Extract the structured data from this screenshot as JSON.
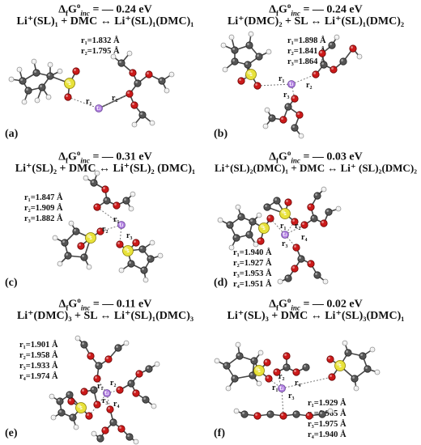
{
  "panels": [
    {
      "id": "a",
      "label": "(a)",
      "energy_prefix": "Δ",
      "energy_sub_f": "f",
      "energy_g": "G",
      "energy_sup": "o",
      "energy_sub_inc": "inc",
      "energy_value": "= — 0.24 eV",
      "reaction": "Li⁺(SL)₁ + DMC ↔ Li⁺(SL)₁(DMC)₁",
      "distances": [
        "r₁=1.832 Å",
        "r₂=1.795 Å"
      ],
      "bond_labels": [
        "r₁",
        "r₂"
      ]
    },
    {
      "id": "b",
      "label": "(b)",
      "energy_prefix": "Δ",
      "energy_sub_f": "f",
      "energy_g": "G",
      "energy_sup": "o",
      "energy_sub_inc": "inc",
      "energy_value": "= — 0.24 eV",
      "reaction": "Li⁺(DMC)₂ + SL ↔ Li⁺(SL)₁(DMC)₂",
      "distances": [
        "r₁=1.898 Å",
        "r₂=1.841 Å",
        "r₃=1.864 Å"
      ],
      "bond_labels": [
        "r₁",
        "r₂",
        "r₃"
      ]
    },
    {
      "id": "c",
      "label": "(c)",
      "energy_prefix": "Δ",
      "energy_sub_f": "f",
      "energy_g": "G",
      "energy_sup": "o",
      "energy_sub_inc": "inc",
      "energy_value": "= — 0.31 eV",
      "reaction": "Li⁺(SL)₂ + DMC ↔ Li⁺(SL)₂ (DMC)₁",
      "distances": [
        "r₁=1.847 Å",
        "r₂=1.909 Å",
        "r₃=1.882 Å"
      ],
      "bond_labels": [
        "r₁",
        "r₂",
        "r₃"
      ]
    },
    {
      "id": "d",
      "label": "(d)",
      "energy_prefix": "Δ",
      "energy_sub_f": "f",
      "energy_g": "G",
      "energy_sup": "o",
      "energy_sub_inc": "inc",
      "energy_value": "= — 0.03 eV",
      "reaction": "Li⁺(SL)₂(DMC)₁ + DMC ↔ Li⁺ (SL)₂(DMC)₂",
      "distances": [
        "r₁=1.940 Å",
        "r₂=1.927 Å",
        "r₃=1.953 Å",
        "r₄=1.951 Å"
      ],
      "bond_labels": [
        "r₁",
        "r₂",
        "r₃",
        "r₄"
      ]
    },
    {
      "id": "e",
      "label": "(e)",
      "energy_prefix": "Δ",
      "energy_sub_f": "f",
      "energy_g": "G",
      "energy_sup": "o",
      "energy_sub_inc": "inc",
      "energy_value": "= — 0.11 eV",
      "reaction": "Li⁺(DMC)₃ + SL ↔ Li⁺(SL)₁(DMC)₃",
      "distances": [
        "r₁=1.901 Å",
        "r₂=1.958 Å",
        "r₃=1.933 Å",
        "r₄=1.974 Å"
      ],
      "bond_labels": [
        "r₁",
        "r₂",
        "r₃",
        "r₄"
      ]
    },
    {
      "id": "f",
      "label": "(f)",
      "energy_prefix": "Δ",
      "energy_sub_f": "f",
      "energy_g": "G",
      "energy_sup": "o",
      "energy_sub_inc": "inc",
      "energy_value": "= — 0.02 eV",
      "reaction": "Li⁺(SL)₃ + DMC ↔ Li⁺(SL)₃(DMC)₁",
      "distances": [
        "r₁=1.929 Å",
        "r₂=1.965 Å",
        "r₃=1.975 Å",
        "r₄=1.940 Å"
      ],
      "bond_labels": [
        "r₁",
        "r₂",
        "r₃",
        "r₄"
      ]
    }
  ],
  "atom_legend": {
    "sulfur": {
      "symbol": "S",
      "color": "#e8e23a"
    },
    "lithium": {
      "symbol": "Li",
      "color": "#b07ee0"
    },
    "oxygen": {
      "color": "#cc1a1a"
    },
    "carbon": {
      "color": "#555555"
    },
    "hydrogen": {
      "symbol": "H",
      "color": "#e6e6e6"
    }
  }
}
